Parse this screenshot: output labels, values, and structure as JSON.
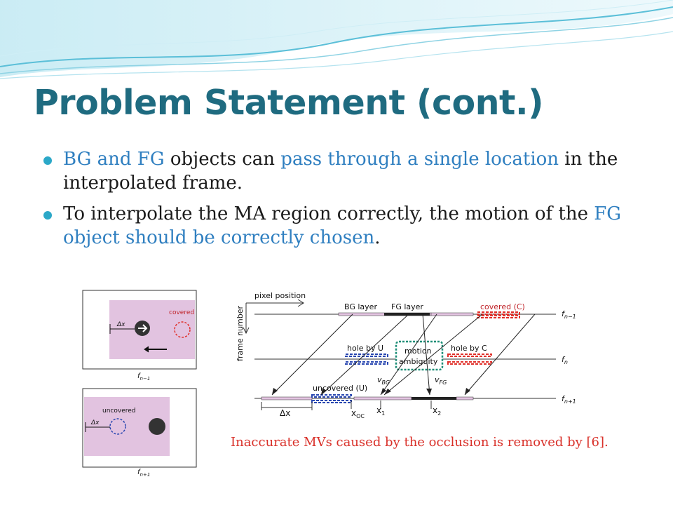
{
  "slide": {
    "title": "Problem Statement (cont.)",
    "bullets": [
      {
        "parts": [
          {
            "text": "BG and FG",
            "highlight": true
          },
          {
            "text": " objects can ",
            "highlight": false
          },
          {
            "text": "pass through a single location",
            "highlight": true
          },
          {
            "text": " in the interpolated frame.",
            "highlight": false
          }
        ]
      },
      {
        "parts": [
          {
            "text": "To interpolate the MA region correctly, the motion of the ",
            "highlight": false
          },
          {
            "text": "FG object should be correctly chosen",
            "highlight": true
          },
          {
            "text": ".",
            "highlight": false
          }
        ]
      }
    ],
    "caption": "Inaccurate MVs caused by the occlusion is removed by [6]."
  },
  "colors": {
    "title": "#1f6b80",
    "highlight": "#2f7fc0",
    "bullet": "#2ba8c8",
    "caption": "#d9312a",
    "pink_region": "#e2c3e0",
    "wave": "#7fd0e3"
  },
  "figure_left": {
    "top_panel": {
      "covered_label": "covered",
      "dx_label": "Δx",
      "frame_label": "f",
      "frame_sub": "n−1"
    },
    "bottom_panel": {
      "uncovered_label": "uncovered",
      "dx_label": "Δx",
      "frame_label": "f",
      "frame_sub": "n+1"
    }
  },
  "figure_right": {
    "pixel_position": "pixel position",
    "frame_number": "frame number",
    "bg_layer": "BG layer",
    "fg_layer": "FG layer",
    "covered": "covered (C)",
    "hole_by_u": "hole by U",
    "hole_by_c": "hole by C",
    "motion": "motion",
    "ambiguity": "ambiguity",
    "uncovered": "uncovered (U)",
    "v_bg": "v",
    "v_bg_sub": "BG",
    "v_fg": "v",
    "v_fg_sub": "FG",
    "dx": "Δx",
    "x_oc": "x",
    "x_oc_sub": "OC",
    "x1": "x",
    "x1_sub": "1",
    "x2": "x",
    "x2_sub": "2",
    "f_prev": "f",
    "f_prev_sub": "n−1",
    "f_cur": "f",
    "f_cur_sub": "n",
    "f_next": "f",
    "f_next_sub": "n+1"
  }
}
